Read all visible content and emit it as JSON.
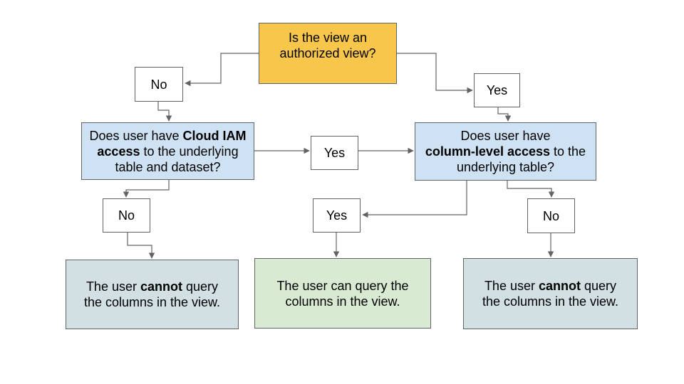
{
  "colors": {
    "canvas_bg": "#FFFFFF",
    "root_fill": "#F8C64B",
    "decision_fill": "#CFE2F3",
    "deny_fill": "#D2E0E3",
    "allow_fill": "#D9EAD3",
    "label_fill": "#FFFFFF",
    "box_border": "#5F6368",
    "connector": "#636363",
    "text": "#000000"
  },
  "nodes": {
    "root_question": {
      "text": [
        {
          "t": "Is the view an"
        },
        "\n",
        {
          "t": "authorized view?"
        }
      ]
    },
    "no_top_left": {
      "label": "No"
    },
    "yes_top_right": {
      "label": "Yes"
    },
    "iam_question": {
      "text": [
        {
          "t": "Does user have "
        },
        {
          "t": "Cloud IAM",
          "b": true
        },
        "\n",
        {
          "t": "access",
          "b": true
        },
        {
          "t": " to the underlying"
        },
        "\n",
        {
          "t": "table and dataset?"
        }
      ]
    },
    "yes_middle": {
      "label": "Yes"
    },
    "column_question": {
      "text": [
        {
          "t": "Does user have"
        },
        "\n",
        {
          "t": "column-level access",
          "b": true
        },
        {
          "t": " to the"
        },
        "\n",
        {
          "t": "underlying table?"
        }
      ]
    },
    "no_mid_left": {
      "label": "No"
    },
    "yes_bottom_middle": {
      "label": "Yes"
    },
    "no_mid_right": {
      "label": "No"
    },
    "result_cannot_left": {
      "text": [
        {
          "t": "The user "
        },
        {
          "t": "cannot",
          "b": true
        },
        {
          "t": " query"
        },
        "\n",
        {
          "t": "the columns in the view."
        }
      ]
    },
    "result_can": {
      "text": [
        {
          "t": "The user can query the"
        },
        "\n",
        {
          "t": "columns in the view."
        }
      ]
    },
    "result_cannot_right": {
      "text": [
        {
          "t": "The user "
        },
        {
          "t": "cannot",
          "b": true
        },
        {
          "t": " query"
        },
        "\n",
        {
          "t": "the columns in the view."
        }
      ]
    }
  }
}
